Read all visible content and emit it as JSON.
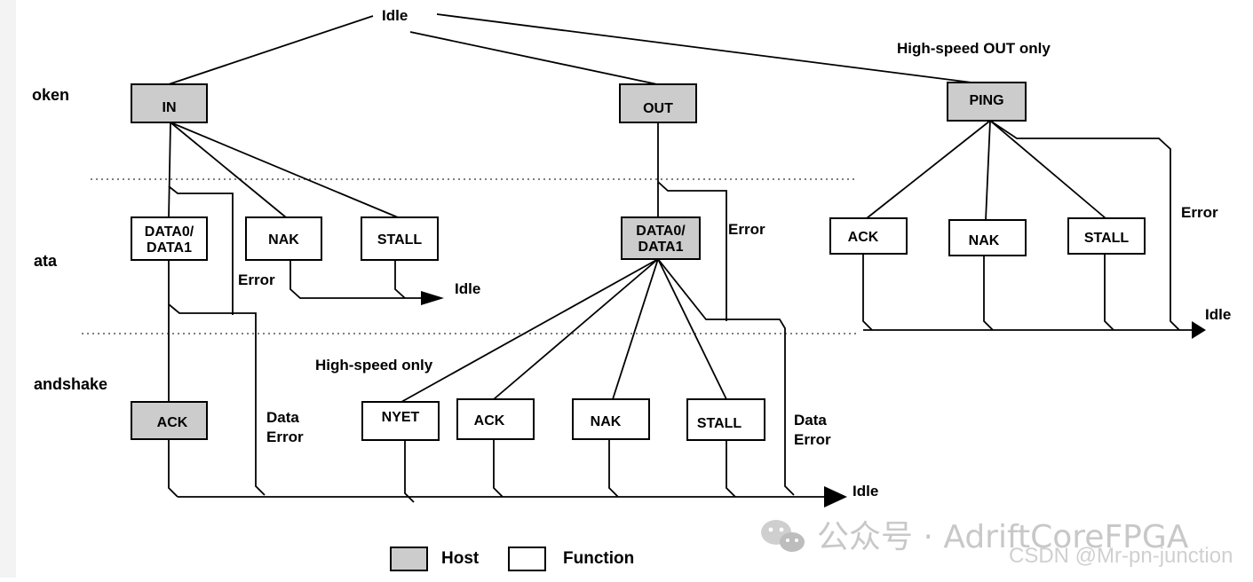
{
  "rows": {
    "token": "oken",
    "data": "ata",
    "handshake": "andshake"
  },
  "labels": {
    "idle": "Idle",
    "high_speed_out_only": "High-speed OUT only",
    "high_speed_only": "High-speed only",
    "error": "Error",
    "data_error_line1": "Data",
    "data_error_line2": "Error"
  },
  "boxes": {
    "in": "IN",
    "out": "OUT",
    "ping": "PING",
    "data0_line1": "DATA0/",
    "data1_line2": "DATA1",
    "nak": "NAK",
    "stall": "STALL",
    "ack": "ACK",
    "nyet": "NYET"
  },
  "legend": {
    "host": "Host",
    "function": "Function"
  },
  "colors": {
    "host_fill": "#cccccc",
    "function_fill": "#ffffff"
  },
  "watermark": {
    "text": "公众号 · AdriftCoreFPGA",
    "icon": "wechat-icon",
    "credit": "CSDN @Mr-pn-junction"
  }
}
